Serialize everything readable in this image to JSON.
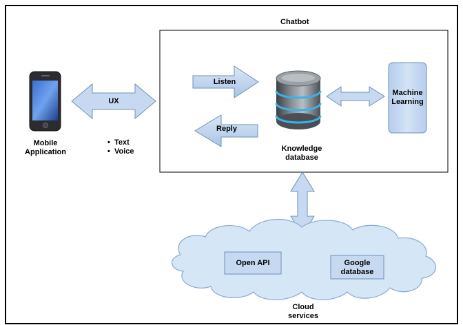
{
  "chatbot": {
    "title": "Chatbot"
  },
  "mobile": {
    "label_line1": "Mobile",
    "label_line2": "Application"
  },
  "ux": {
    "label": "UX",
    "modes": [
      "Text",
      "Voice"
    ]
  },
  "flows": {
    "listen": "Listen",
    "reply": "Reply"
  },
  "knowledge": {
    "label_line1": "Knowledge",
    "label_line2": "database"
  },
  "ml": {
    "label_line1": "Machine",
    "label_line2": "Learning"
  },
  "cloud": {
    "open_api": "Open API",
    "google_line1": "Google",
    "google_line2": "database",
    "label_line1": "Cloud",
    "label_line2": "services"
  },
  "colors": {
    "arrow_fill": "#bcd3ef",
    "arrow_stroke": "#6d8fba",
    "box_fill": "#c6d9f1",
    "box_stroke": "#6d8fba",
    "cloud_fill": "#d5e6f7",
    "cloud_stroke": "#8aa9cf",
    "border": "#000000"
  }
}
